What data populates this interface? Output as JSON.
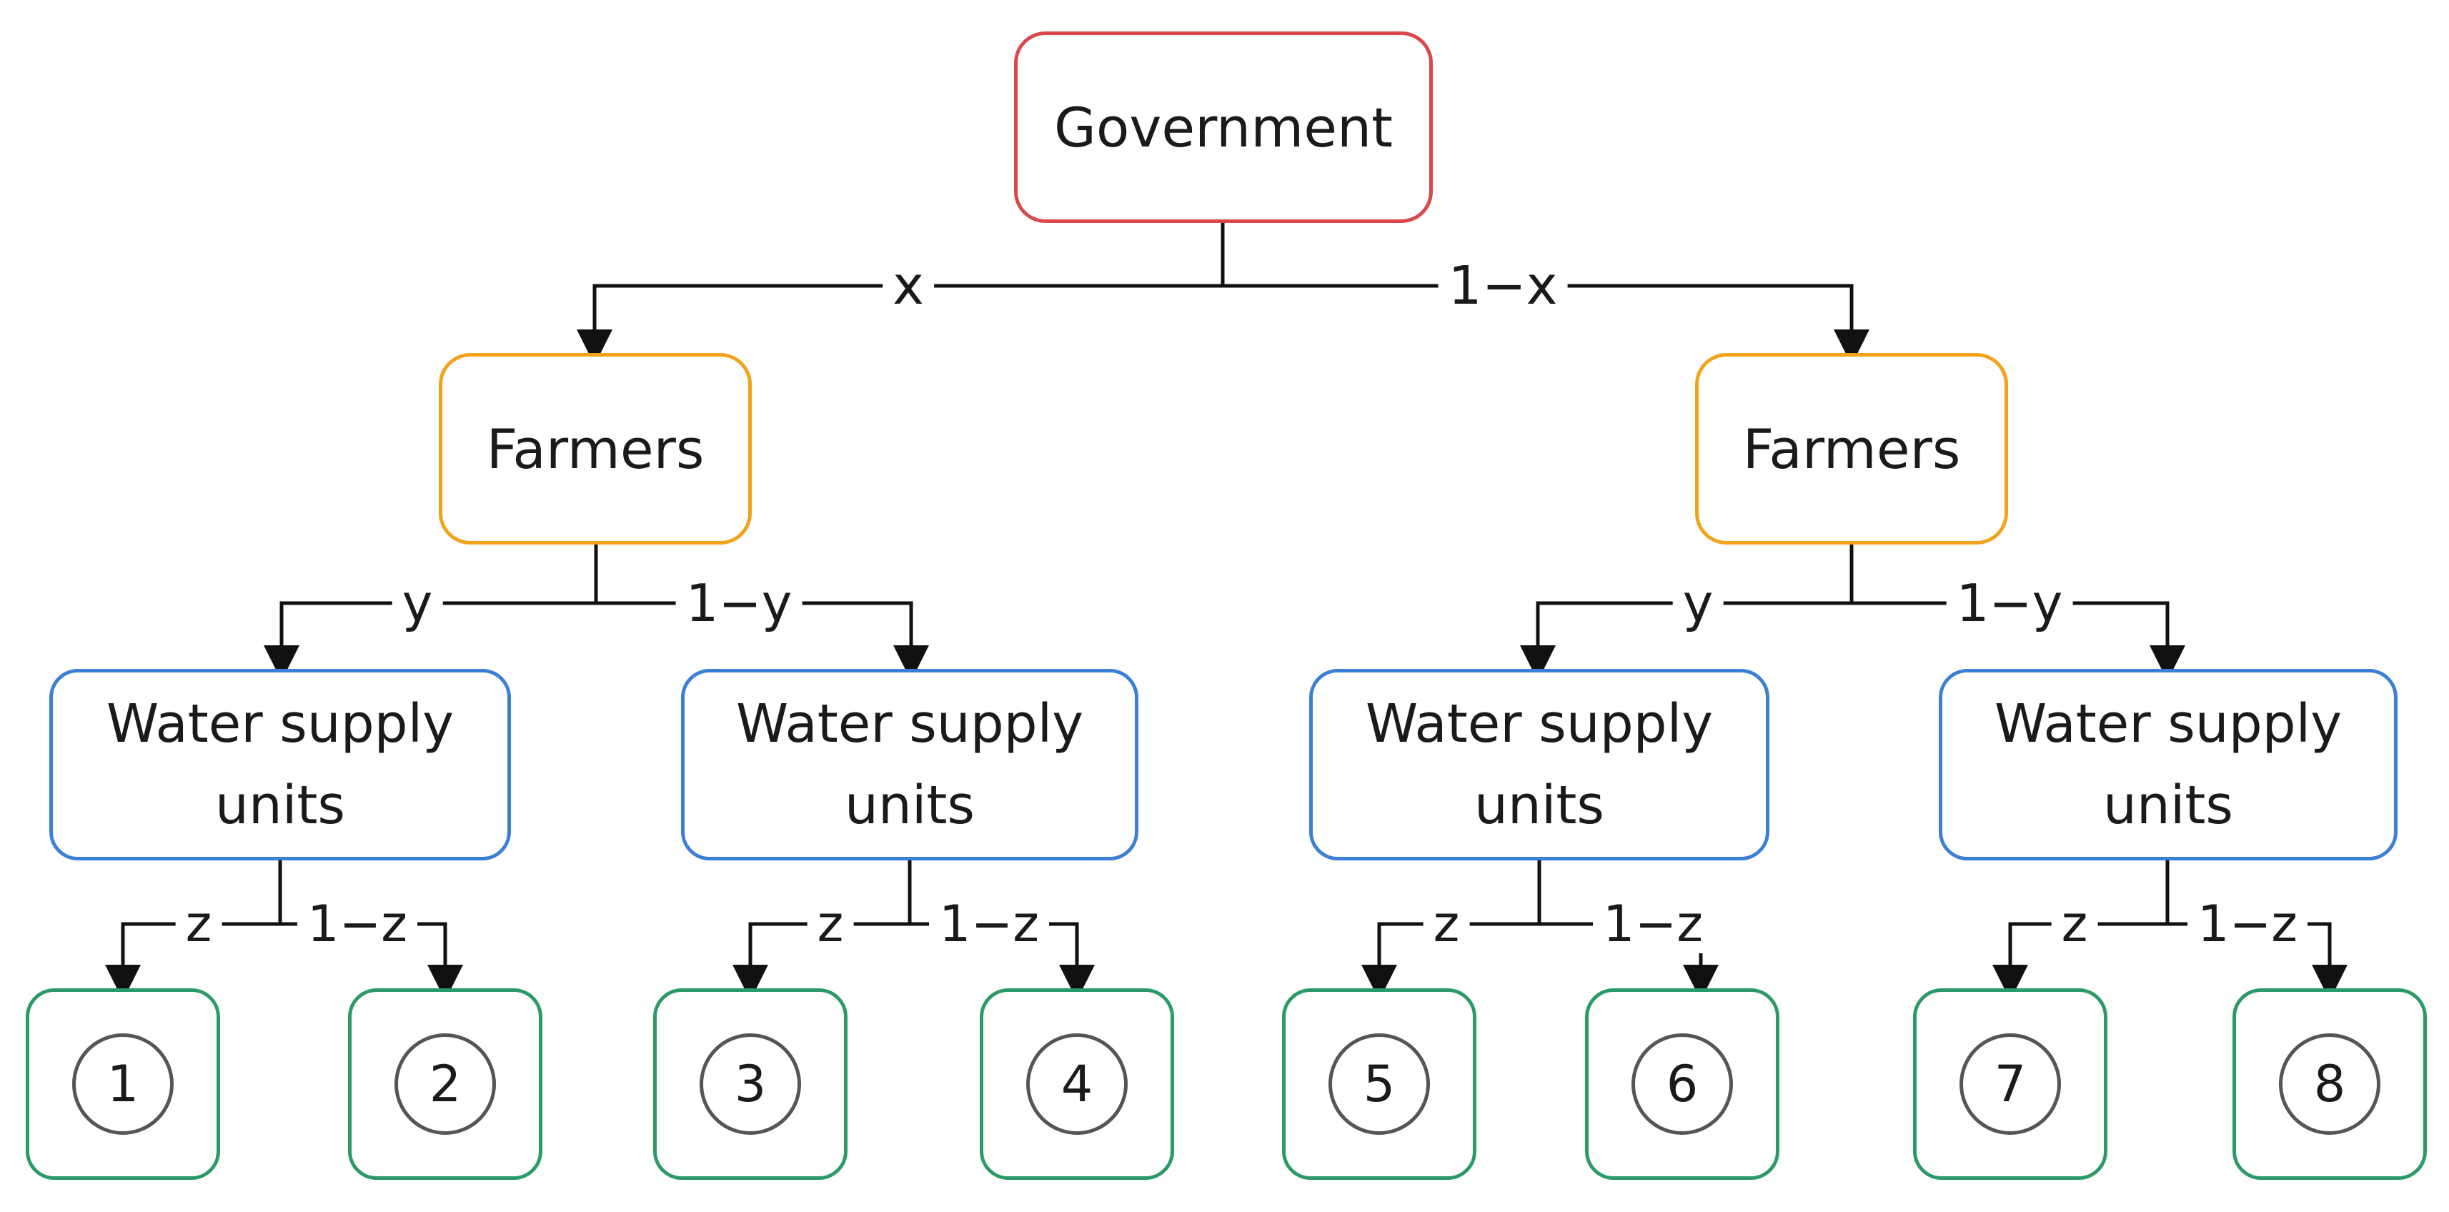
{
  "root": {
    "label": "Government"
  },
  "level1": [
    {
      "label": "Farmers",
      "edge": "x"
    },
    {
      "label": "Farmers",
      "edge": "1−x"
    }
  ],
  "level2": [
    {
      "label_line1": "Water supply",
      "label_line2": "units",
      "edge": "y"
    },
    {
      "label_line1": "Water supply",
      "label_line2": "units",
      "edge": "1−y"
    },
    {
      "label_line1": "Water supply",
      "label_line2": "units",
      "edge": "y"
    },
    {
      "label_line1": "Water supply",
      "label_line2": "units",
      "edge": "1−y"
    }
  ],
  "outcomes": [
    {
      "label": "1",
      "edge": "z"
    },
    {
      "label": "2",
      "edge": "1−z"
    },
    {
      "label": "3",
      "edge": "z"
    },
    {
      "label": "4",
      "edge": "1−z"
    },
    {
      "label": "5",
      "edge": "z"
    },
    {
      "label": "6",
      "edge": "1−z"
    },
    {
      "label": "7",
      "edge": "z"
    },
    {
      "label": "8",
      "edge": "1−z"
    }
  ],
  "colors": {
    "government": "#d9484a",
    "farmers": "#f3a21b",
    "water_supply_units": "#3b7fd6",
    "outcomes": "#2c9a68",
    "lines": "#111111"
  }
}
